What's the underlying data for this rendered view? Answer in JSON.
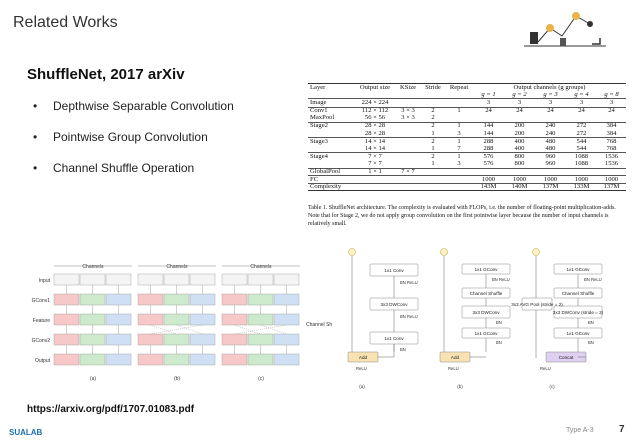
{
  "header": {
    "title": "Related Works"
  },
  "subtitle": "ShuffleNet, 2017 arXiv",
  "bullets": [
    "Depthwise Separable Convolution",
    "Pointwise Group Convolution",
    "Channel Shuffle Operation"
  ],
  "table": {
    "head1": [
      "Layer",
      "Output size",
      "KSize",
      "Stride",
      "Repeat",
      "Output channels (g groups)"
    ],
    "head2": [
      "",
      "",
      "",
      "",
      "",
      "g = 1",
      "g = 2",
      "g = 3",
      "g = 4",
      "g = 8"
    ],
    "rows": [
      [
        "Image",
        "224 × 224",
        "",
        "",
        "",
        "3",
        "3",
        "3",
        "3",
        "3"
      ],
      [
        "Conv1",
        "112 × 112",
        "3 × 3",
        "2",
        "1",
        "24",
        "24",
        "24",
        "24",
        "24"
      ],
      [
        "MaxPool",
        "56 × 56",
        "3 × 3",
        "2",
        "",
        "",
        "",
        "",
        "",
        ""
      ],
      [
        "Stage2",
        "28 × 28",
        "",
        "2",
        "1",
        "144",
        "200",
        "240",
        "272",
        "384"
      ],
      [
        "",
        "28 × 28",
        "",
        "1",
        "3",
        "144",
        "200",
        "240",
        "272",
        "384"
      ],
      [
        "Stage3",
        "14 × 14",
        "",
        "2",
        "1",
        "288",
        "400",
        "480",
        "544",
        "768"
      ],
      [
        "",
        "14 × 14",
        "",
        "1",
        "7",
        "288",
        "400",
        "480",
        "544",
        "768"
      ],
      [
        "Stage4",
        "7 × 7",
        "",
        "2",
        "1",
        "576",
        "800",
        "960",
        "1088",
        "1536"
      ],
      [
        "",
        "7 × 7",
        "",
        "1",
        "3",
        "576",
        "800",
        "960",
        "1088",
        "1536"
      ],
      [
        "GlobalPool",
        "1 × 1",
        "7 × 7",
        "",
        "",
        "",
        "",
        "",
        "",
        ""
      ],
      [
        "FC",
        "",
        "",
        "",
        "",
        "1000",
        "1000",
        "1000",
        "1000",
        "1000"
      ],
      [
        "Complexity",
        "",
        "",
        "",
        "",
        "143M",
        "140M",
        "137M",
        "133M",
        "137M"
      ]
    ],
    "caption": "Table 1. ShuffleNet architecture. The complexity is evaluated with FLOPs, i.e. the number of floating-point multiplication-adds. Note that for Stage 2, we do not apply group convolution on the first pointwise layer because the number of input channels is relatively small."
  },
  "fig1": {
    "rows": [
      "Input",
      "GConv1",
      "Feature",
      "GConv2",
      "Output"
    ],
    "channels": [
      "Channels",
      "Channels",
      "Channels"
    ],
    "shuffle": "Channel Shuffle",
    "subs": [
      "(a)",
      "(b)",
      "(c)"
    ]
  },
  "fig2": {
    "a": {
      "b1": "1x1 Conv",
      "l1": "BN ReLU",
      "b2": "3x3 DWConv",
      "l2": "BN ReLU",
      "b3": "1x1 Conv",
      "l3": "BN",
      "add": "Add",
      "relu": "ReLU",
      "sub": "(a)"
    },
    "b": {
      "b1": "1x1 GConv",
      "l1": "BN ReLU",
      "b2": "Channel Shuffle",
      "b3": "3x3 DWConv",
      "l3": "BN",
      "b4": "1x1 GConv",
      "l4": "BN",
      "add": "Add",
      "relu": "ReLU",
      "sub": "(b)"
    },
    "c": {
      "b1": "1x1 GConv",
      "l1": "BN ReLU",
      "b2": "Channel Shuffle",
      "b3": "3x3 DWConv (stride = 2)",
      "l3": "BN",
      "b4": "1x1 GConv",
      "l4": "BN",
      "pool": "3x3 AVG Pool (stride = 2)",
      "concat": "Concat",
      "relu": "ReLU",
      "sub": "(c)"
    }
  },
  "url": "https://arxiv.org/pdf/1707.01083.pdf",
  "footer": {
    "logo": "SUALAB",
    "type": "Type A-3",
    "page": "7"
  },
  "colors": {
    "add": "#f9e2b2",
    "concat": "#ddd0f0",
    "box": "#ffffff",
    "pink": "#f6c8c8",
    "green": "#cdeacd",
    "blue": "#cfe0f5"
  }
}
